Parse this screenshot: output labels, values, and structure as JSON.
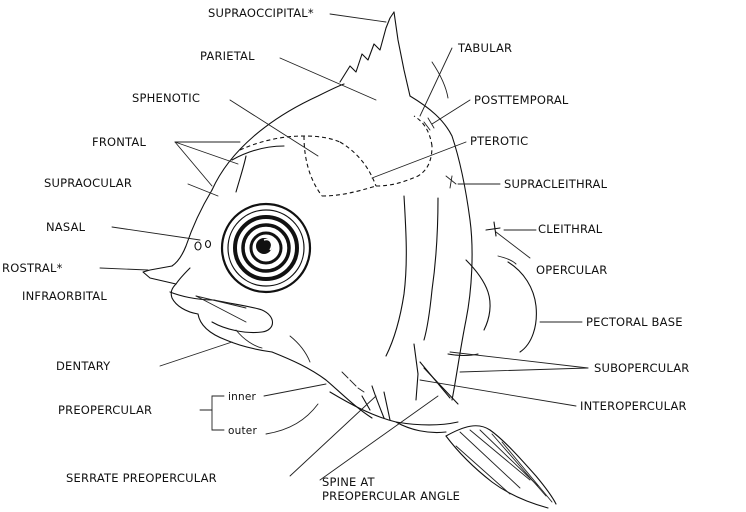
{
  "labels": {
    "supraoccipital": "SUPRAOCCIPITAL*",
    "parietal": "PARIETAL",
    "tabular": "TABULAR",
    "sphenotic": "SPHENOTIC",
    "posttemporal": "POSTTEMPORAL",
    "frontal": "FRONTAL",
    "pterotic": "PTEROTIC",
    "supraocular": "SUPRAOCULAR",
    "supracleithral": "SUPRACLEITHRAL",
    "nasal": "NASAL",
    "cleithral": "CLEITHRAL",
    "rostral": "ROSTRAL*",
    "opercular": "OPERCULAR",
    "infraorbital": "INFRAORBITAL",
    "pectoral_base": "PECTORAL BASE",
    "dentary": "DENTARY",
    "subopercular": "SUBOPERCULAR",
    "preopercular": "PREOPERCULAR",
    "inner": "inner",
    "outer": "outer",
    "interopercular": "INTEROPERCULAR",
    "serrate_preopercular": "SERRATE PREOPERCULAR",
    "spine_line1": "SPINE AT",
    "spine_line2": "PREOPERCULAR ANGLE"
  },
  "colors": {
    "ink": "#111111",
    "paper": "#ffffff"
  }
}
